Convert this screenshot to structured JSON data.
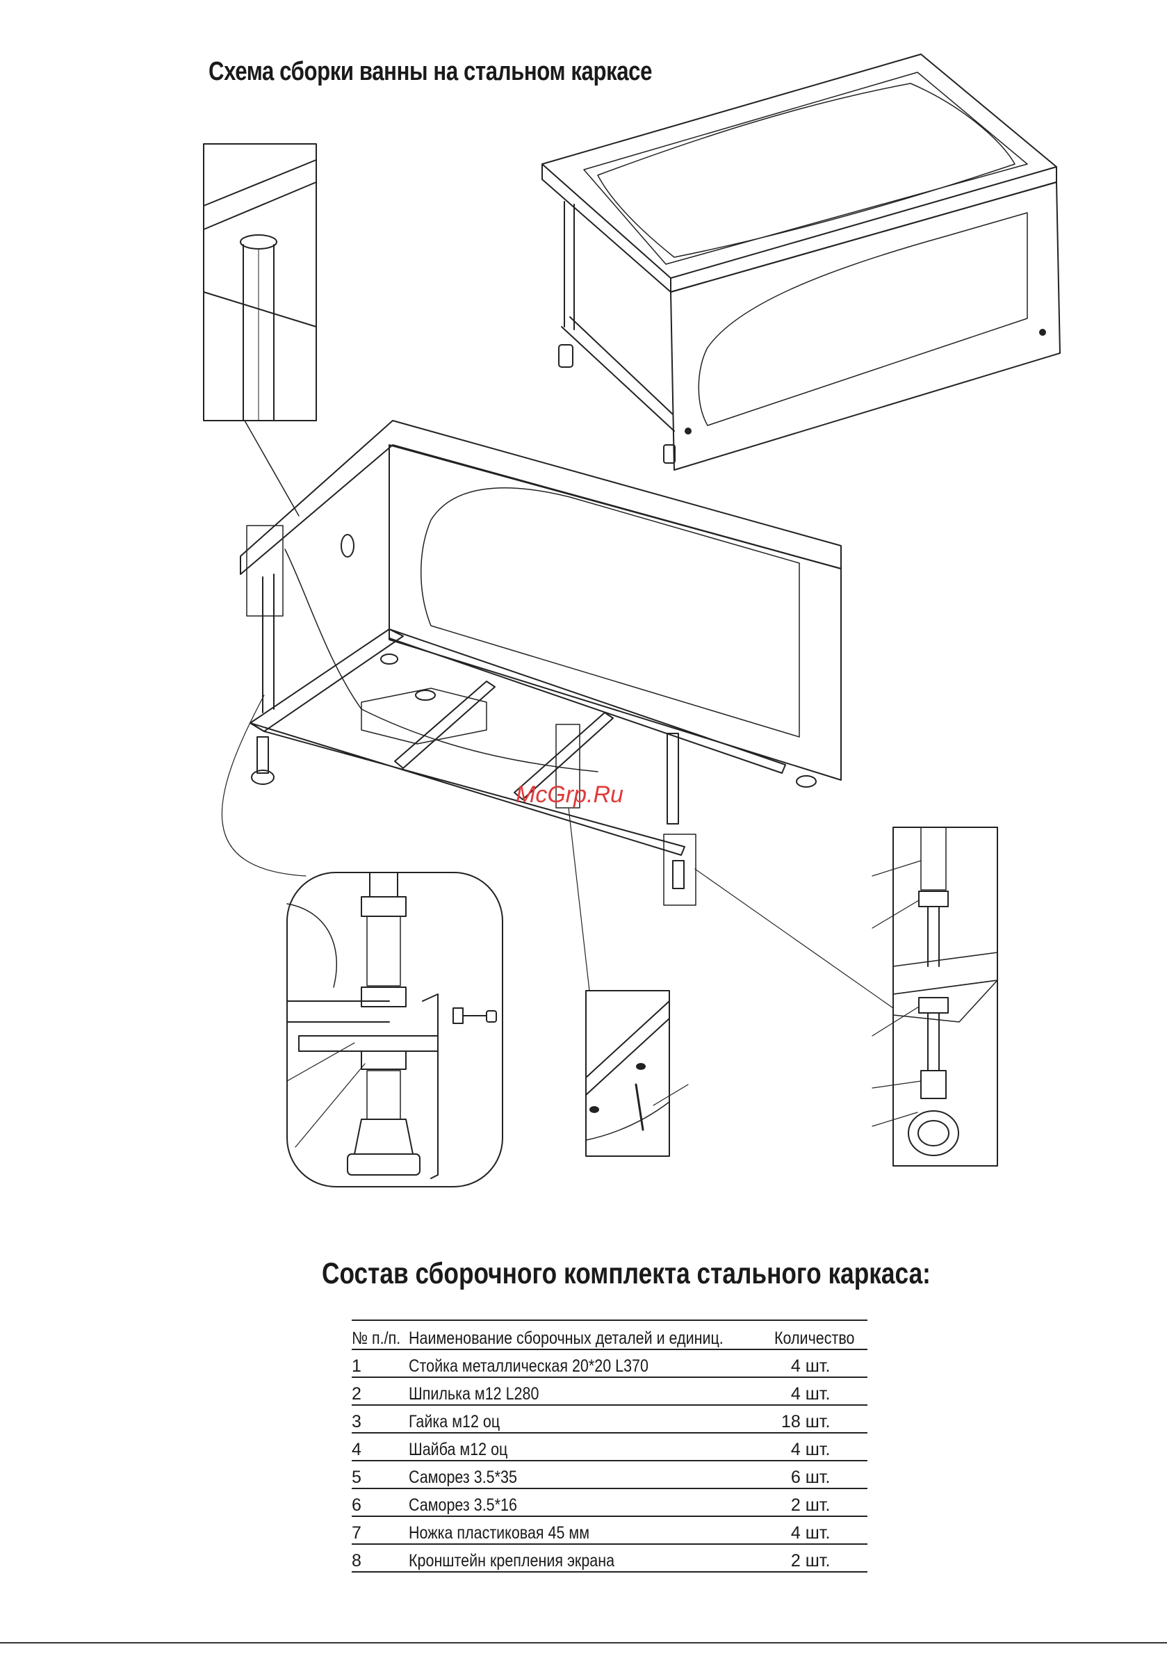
{
  "header": {
    "title": "Схема сборки ванны на стальном каркасе"
  },
  "watermark": "McGrp.Ru",
  "kit": {
    "title": "Состав сборочного комплекта стального каркаса:",
    "columns": {
      "no": "№ п./п.",
      "name": "Наименование сборочных деталей и единиц.",
      "qty": "Количество"
    },
    "rows": [
      {
        "no": "1",
        "name": "Стойка металлическая 20*20 L370",
        "qty": "4 шт."
      },
      {
        "no": "2",
        "name": "Шпилька м12 L280",
        "qty": "4 шт."
      },
      {
        "no": "3",
        "name": "Гайка м12 оц",
        "qty": "18 шт."
      },
      {
        "no": "4",
        "name": "Шайба м12 оц",
        "qty": "4 шт."
      },
      {
        "no": "5",
        "name": "Саморез 3.5*35",
        "qty": "6 шт."
      },
      {
        "no": "6",
        "name": "Саморез 3.5*16",
        "qty": "2 шт."
      },
      {
        "no": "7",
        "name": "Ножка пластиковая 45 мм",
        "qty": "4 шт."
      },
      {
        "no": "8",
        "name": "Кронштейн крепления экрана",
        "qty": "2 шт."
      }
    ]
  }
}
